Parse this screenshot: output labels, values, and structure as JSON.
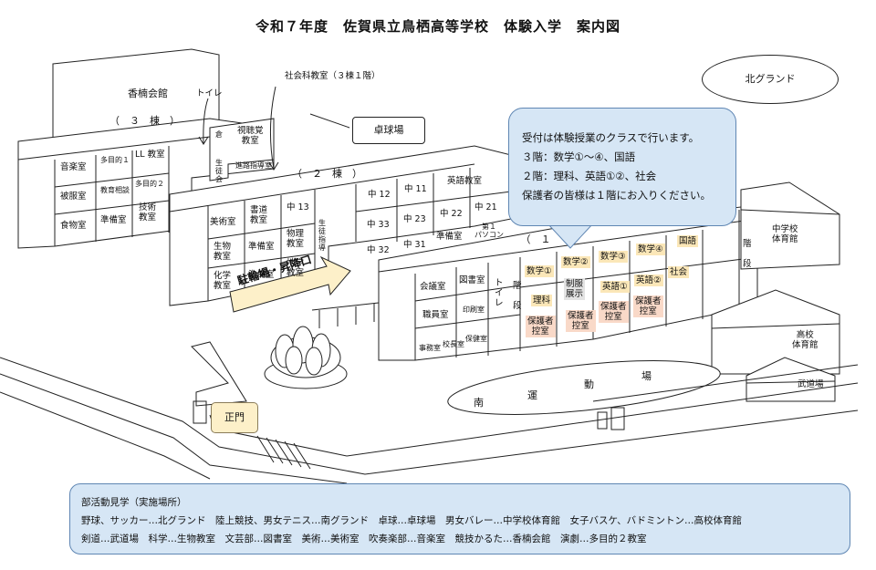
{
  "title": "令和７年度　佐賀県立鳥栖高等学校　体験入学　案内図",
  "callout": {
    "lines": [
      "受付は体験授業のクラスで行います。",
      "３階：数学①～④、国語",
      "２階：理科、英語①②、社会",
      "保護者の皆様は１階にお入りください。"
    ]
  },
  "labels": {
    "kosui_kaikan": "香楠会館",
    "toilet_top": "トイレ",
    "shakai_room": "社会科教室（３棟１階）",
    "takkyujo": "卓球場",
    "north_ground": "北グランド",
    "building3": "（　３　棟　）",
    "building2": "（　２　棟　）",
    "building1": "（　１　",
    "ongaku": "音楽室",
    "mokuteki1": "多目的１",
    "ll": "LL 教室",
    "hifuku": "被服室",
    "kyoiku": "教育相談",
    "mokuteki2": "多目的２",
    "shokumotsu": "食物室",
    "junbi1": "準備室",
    "gijutsu": "技術\n教室",
    "tsugi": "倉",
    "shichokaku": "視聴覚\n教室",
    "seito_kai": "生\n徒\n会",
    "shinro": "進路指導室",
    "bijutsu": "美術室",
    "shodo": "書道\n教室",
    "c13": "中 13",
    "seito_kai2": "生徒指導",
    "c12": "中 12",
    "c11": "中 11",
    "eigo_kyoshitsu": "英語教室",
    "seibutsu": "生物\n教室",
    "junbi2": "準備室",
    "butsuri": "物理\n教室",
    "c33": "中 33",
    "c23": "中 23",
    "c22": "中 22",
    "c21": "中 21",
    "kagaku": "化学\n教室",
    "junbi3": "準備室",
    "chigaku": "地学\n教室",
    "c32": "中 32",
    "c31": "中 31",
    "junbi4": "準備室",
    "pc": "第１\nパソコン",
    "kaigi": "会議室",
    "tosho": "図書室",
    "shokuin": "職員室",
    "insatsu": "印刷室",
    "jimu": "事務室",
    "kocho": "校長室",
    "hoken": "保健室",
    "toilet_v": "ト\nイ\nレ",
    "kaidan1": "階\n\n段",
    "kaidan2": "階\n\n段",
    "sugaku1": "数学①",
    "sugaku2": "数学②",
    "sugaku3": "数学③",
    "sugaku4": "数学④",
    "kokugo": "国語",
    "rika": "理科",
    "seifuku": "制服\n展示",
    "eigo1": "英語①",
    "eigo2": "英語②",
    "shakai": "社会",
    "hogo1": "保護者\n控室",
    "hogo2": "保護者\n控室",
    "hogo3": "保護者\n控室",
    "hogo4": "保護者\n控室",
    "chu_gym": "中学校\n体育館",
    "ko_gym": "高校\n体育館",
    "budojo": "武道場",
    "minami_undojo": [
      "南",
      "運",
      "動",
      "場"
    ],
    "seimon": "正門",
    "churinjo": "駐輪場・昇降口"
  },
  "footer": {
    "title": "部活動見学（実施場所）",
    "line1": "野球、サッカー…北グランド　陸上競技、男女テニス…南グランド　卓球…卓球場　男女バレー…中学校体育館　女子バスケ、バドミントン…高校体育館",
    "line2": "剣道…武道場　科学…生物教室　文芸部…図書室　美術…美術室　吹奏楽部…音楽室　競技かるた…香楠会館　演劇…多目的２教室"
  }
}
